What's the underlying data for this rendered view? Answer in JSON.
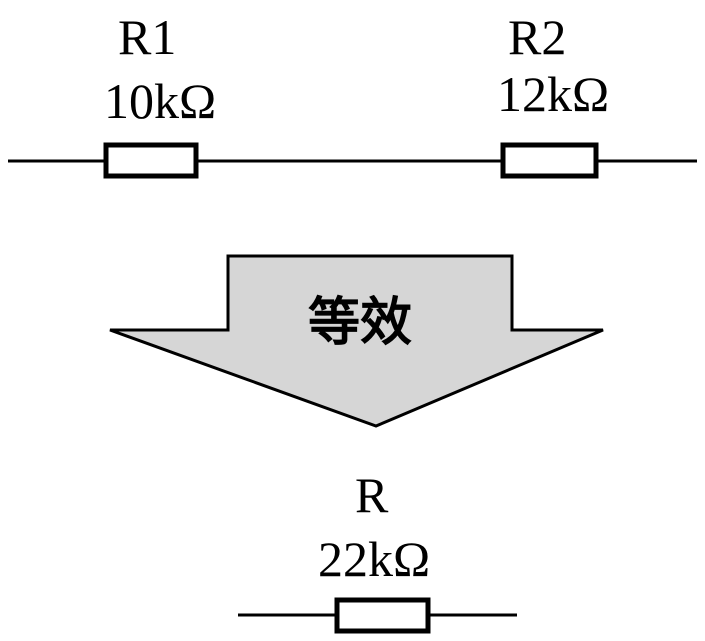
{
  "colors": {
    "arrow_fill": "#d6d6d6",
    "line": "#000000",
    "background": "#ffffff"
  },
  "top_circuit": {
    "r1": {
      "name": "R1",
      "value": "10kΩ"
    },
    "r2": {
      "name": "R2",
      "value": "12kΩ"
    }
  },
  "arrow": {
    "label": "等效"
  },
  "bottom_circuit": {
    "r": {
      "name": "R",
      "value": "22kΩ"
    }
  }
}
